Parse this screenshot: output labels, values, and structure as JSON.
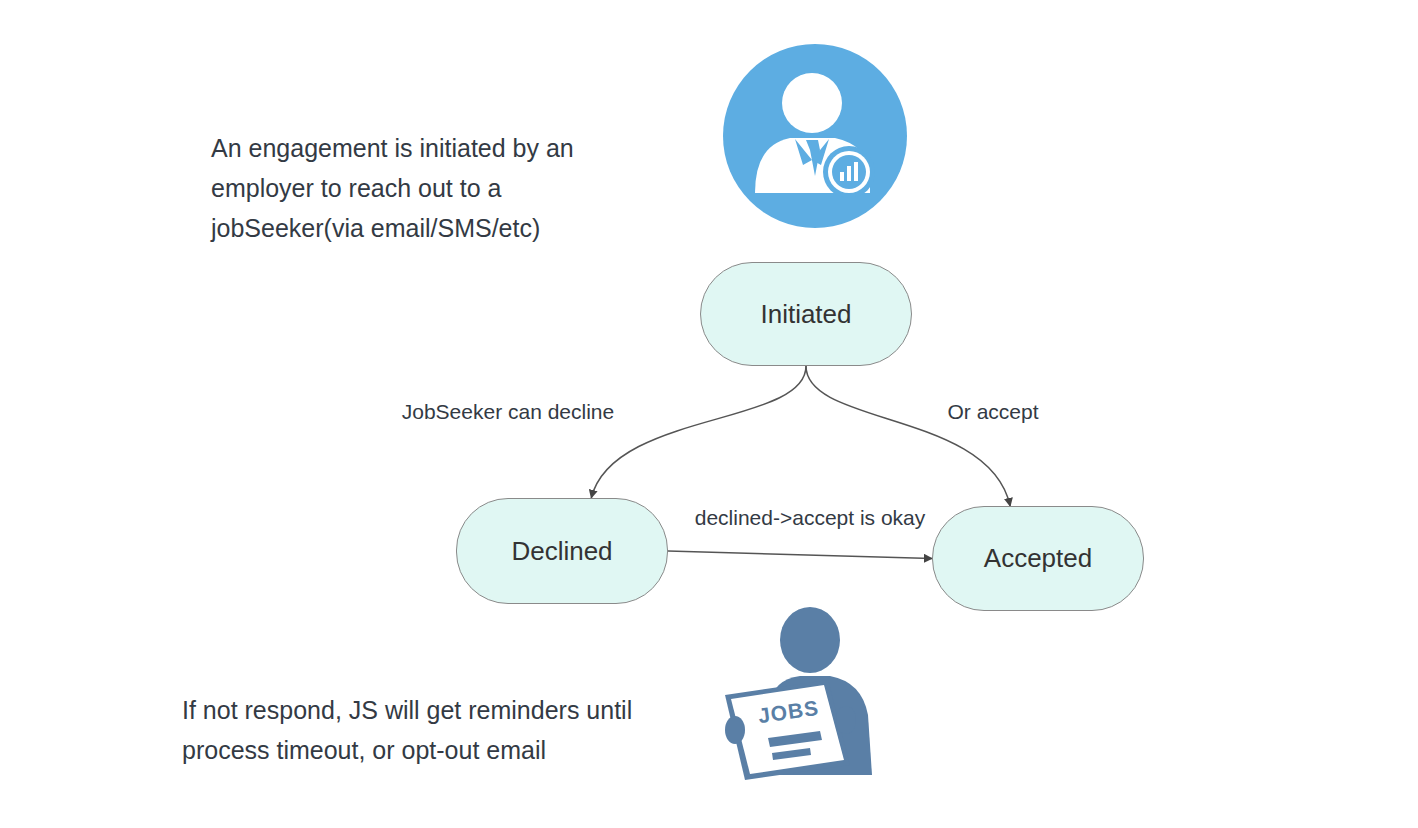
{
  "diagram": {
    "nodes": [
      {
        "text": [
          "Initiated"
        ]
      },
      {
        "text": [
          "Declined"
        ]
      },
      {
        "text": [
          "Accepted"
        ]
      }
    ],
    "edges": [
      {
        "from": 0,
        "to": 1,
        "label": "JobSeeker can decline",
        "arrow": "to"
      },
      {
        "from": 0,
        "to": 2,
        "label": "Or accept",
        "arrow": "to"
      },
      {
        "from": 1,
        "to": 2,
        "label": "declined->accept is okay",
        "arrow": "to"
      }
    ],
    "labels": [
      "An engagement is initiated by an employer to reach out to a jobSeeker(via email/SMS/etc)",
      "If not respond, JS will get reminders until process timeout, or opt-out email",
      "JOBS"
    ]
  }
}
